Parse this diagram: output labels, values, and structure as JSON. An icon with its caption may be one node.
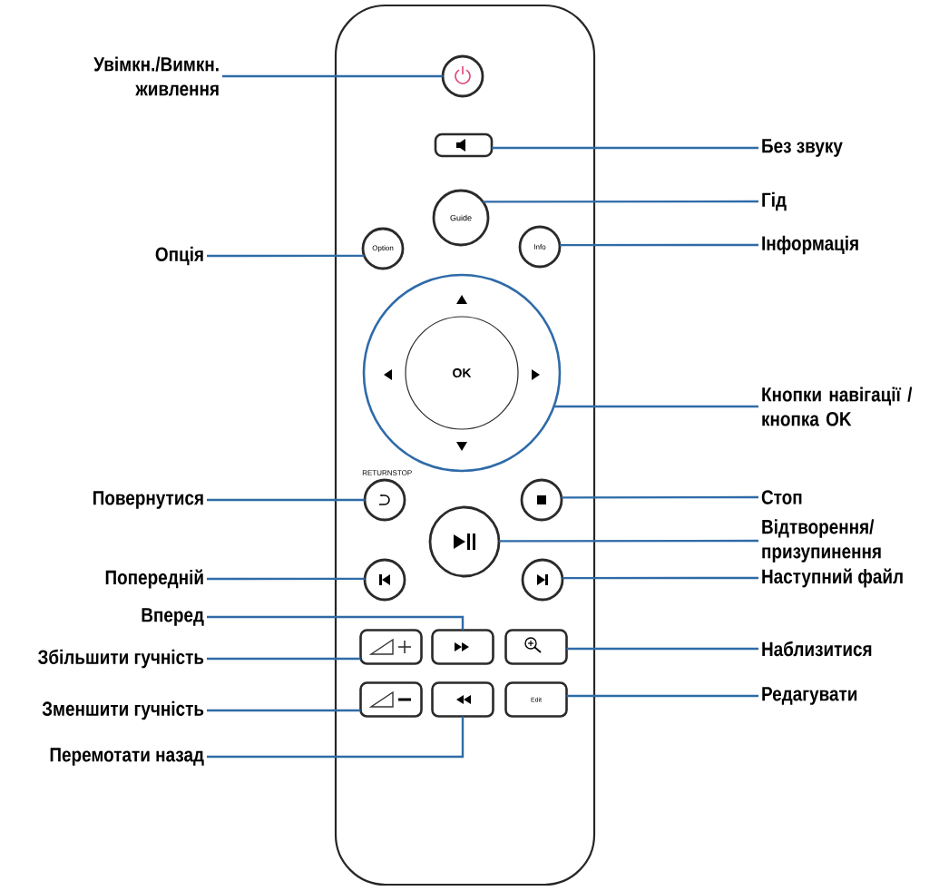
{
  "diagram": {
    "nodes": [
      {
        "text": [
          "Увімкн./Вимкн. живлення"
        ]
      },
      {
        "text": [],
        "shape": "circle"
      },
      {
        "text": [],
        "shape": "box"
      },
      {
        "text": [
          "Без звуку"
        ]
      },
      {
        "text": [
          "Guide"
        ]
      },
      {
        "text": [
          "Гід"
        ]
      },
      {
        "text": [
          "Опція"
        ]
      },
      {
        "text": [
          "Option"
        ]
      },
      {
        "text": [
          "Info"
        ]
      },
      {
        "text": [
          "Інформація"
        ]
      },
      {
        "text": [],
        "shape": "circle"
      },
      {
        "text": [
          "OK"
        ],
        "in": 10
      },
      {
        "text": [
          "Кнопки навігації / кнопка OK"
        ]
      },
      {
        "text": [
          "Повернутися"
        ]
      },
      {
        "text": [],
        "shape": "circle"
      },
      {
        "text": [],
        "shape": "circle"
      },
      {
        "text": [
          "Стоп"
        ]
      },
      {
        "text": [],
        "shape": "circle"
      },
      {
        "text": [
          "Відтворення/ призупинення"
        ]
      },
      {
        "text": [
          "Попередній"
        ]
      },
      {
        "text": [],
        "shape": "circle"
      },
      {
        "text": [],
        "shape": "circle"
      },
      {
        "text": [
          "Наступний файл"
        ]
      },
      {
        "text": [
          "Вперед"
        ]
      },
      {
        "text": [
          "Збільшити гучність"
        ]
      },
      {
        "text": [],
        "shape": "box"
      },
      {
        "text": [],
        "shape": "box"
      },
      {
        "text": [],
        "shape": "box"
      },
      {
        "text": [
          "Наблизитися"
        ]
      },
      {
        "text": [
          "Зменшити гучність"
        ]
      },
      {
        "text": [],
        "shape": "box"
      },
      {
        "text": [],
        "shape": "box"
      },
      {
        "text": [
          "Edit"
        ]
      },
      {
        "text": [
          "Редагувати"
        ]
      },
      {
        "text": [
          "Перемотати назад"
        ]
      }
    ],
    "edges": [
      {
        "from": 0,
        "to": 1,
        "arrow": "none"
      },
      {
        "from": 3,
        "to": 2,
        "arrow": "none"
      },
      {
        "from": 5,
        "to": 4,
        "arrow": "none"
      },
      {
        "from": 6,
        "to": 7,
        "arrow": "none"
      },
      {
        "from": 9,
        "to": 8,
        "arrow": "none"
      },
      {
        "from": 12,
        "to": 10,
        "arrow": "none"
      },
      {
        "from": 13,
        "to": 14,
        "arrow": "none"
      },
      {
        "from": 16,
        "to": 15,
        "arrow": "none"
      },
      {
        "from": 18,
        "to": 17,
        "arrow": "none"
      },
      {
        "from": 19,
        "to": 20,
        "arrow": "none"
      },
      {
        "from": 22,
        "to": 21,
        "arrow": "none"
      },
      {
        "from": 23,
        "to": 26,
        "arrow": "none"
      },
      {
        "from": 24,
        "to": 25,
        "arrow": "none"
      },
      {
        "from": 28,
        "to": 27,
        "arrow": "none"
      },
      {
        "from": 29,
        "to": 30,
        "arrow": "none"
      },
      {
        "from": 34,
        "to": 31,
        "arrow": "none"
      },
      {
        "from": 33,
        "to": 32,
        "arrow": "none"
      }
    ],
    "labels": [
      "RETURNSTOP"
    ]
  }
}
